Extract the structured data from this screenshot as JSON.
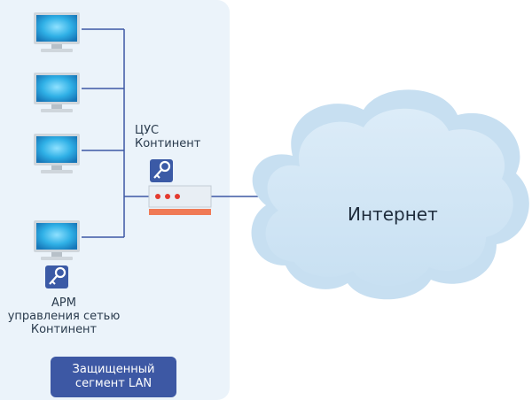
{
  "diagram": {
    "gateway": {
      "line1": "ЦУС",
      "line2": "Континент"
    },
    "admin_workstation": {
      "line1": "АРМ",
      "line2": "управления сетью",
      "line3": "Континент"
    },
    "internet_label": "Интернет",
    "lan_badge": {
      "line1": "Защищенный",
      "line2": "сегмент LAN"
    }
  },
  "colors": {
    "lan_background": "#ebf3fa",
    "wire": "#3d58a4",
    "badge": "#3d58a4",
    "key_badge": "#3b5aa6",
    "router_stripe": "#f07a56",
    "router_leds": "#e43a2f",
    "cloud": "#d6e8f6"
  },
  "icons": [
    "monitor-icon",
    "key-icon",
    "router-icon",
    "cloud-icon"
  ]
}
